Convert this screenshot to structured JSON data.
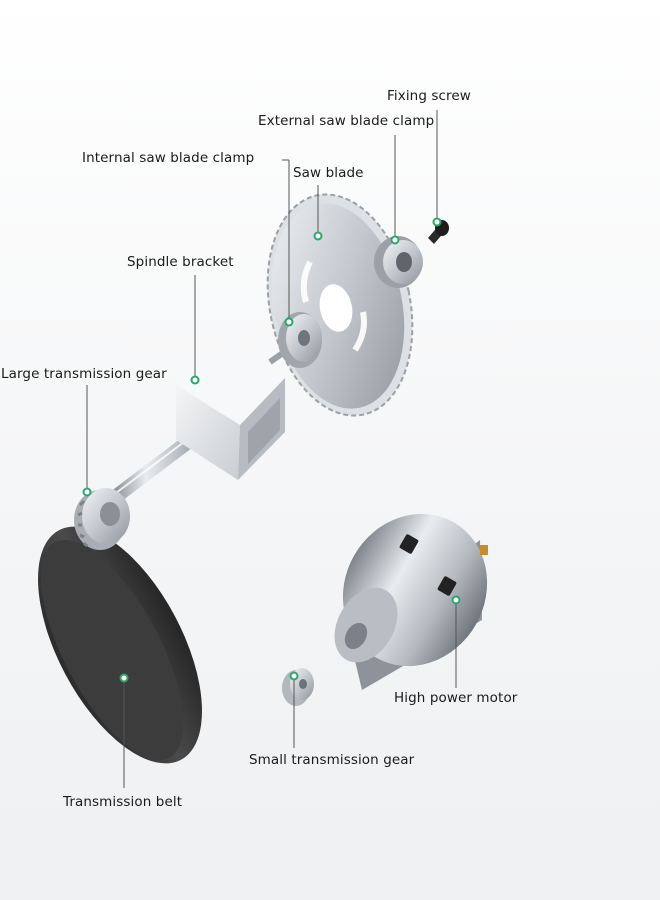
{
  "labels": {
    "fixing_screw": "Fixing screw",
    "external_clamp": "External saw blade clamp",
    "internal_clamp": "Internal saw blade clamp",
    "saw_blade": "Saw blade",
    "spindle_bracket": "Spindle bracket",
    "large_gear": "Large transmission gear",
    "high_power_motor": "High power motor",
    "small_gear": "Small transmission gear",
    "transmission_belt": "Transmission belt"
  },
  "colors": {
    "leader_line": "#555555",
    "marker": "#2aa86a",
    "metal": "#c9ced4",
    "belt": "#3a3a3a"
  }
}
